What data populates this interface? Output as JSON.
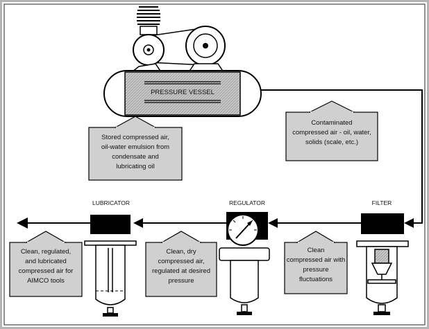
{
  "vessel_label": "PRESSURE VESSEL",
  "components": {
    "lubricator": "LUBRICATOR",
    "regulator": "REGULATOR",
    "filter": "FILTER"
  },
  "callouts": {
    "stored": [
      "Stored compressed air,",
      "oil-water emulsion from",
      "condensate and",
      "lubricating oil"
    ],
    "contaminated": [
      "Contaminated",
      "compressed air - oil, water,",
      "solids (scale, etc.)"
    ],
    "lubricated": [
      "Clean, regulated,",
      "and lubricated",
      "compressed air for",
      "AIMCO tools"
    ],
    "regulated": [
      "Clean, dry",
      "compressed air,",
      "regulated at desired",
      "pressure"
    ],
    "fluctuating": [
      "Clean",
      "compressed air with",
      "pressure",
      "fluctuations"
    ]
  },
  "colors": {
    "callout_fill": "#d0d0d0",
    "frame_gray": "#b4b4b4",
    "ink": "#000000"
  }
}
